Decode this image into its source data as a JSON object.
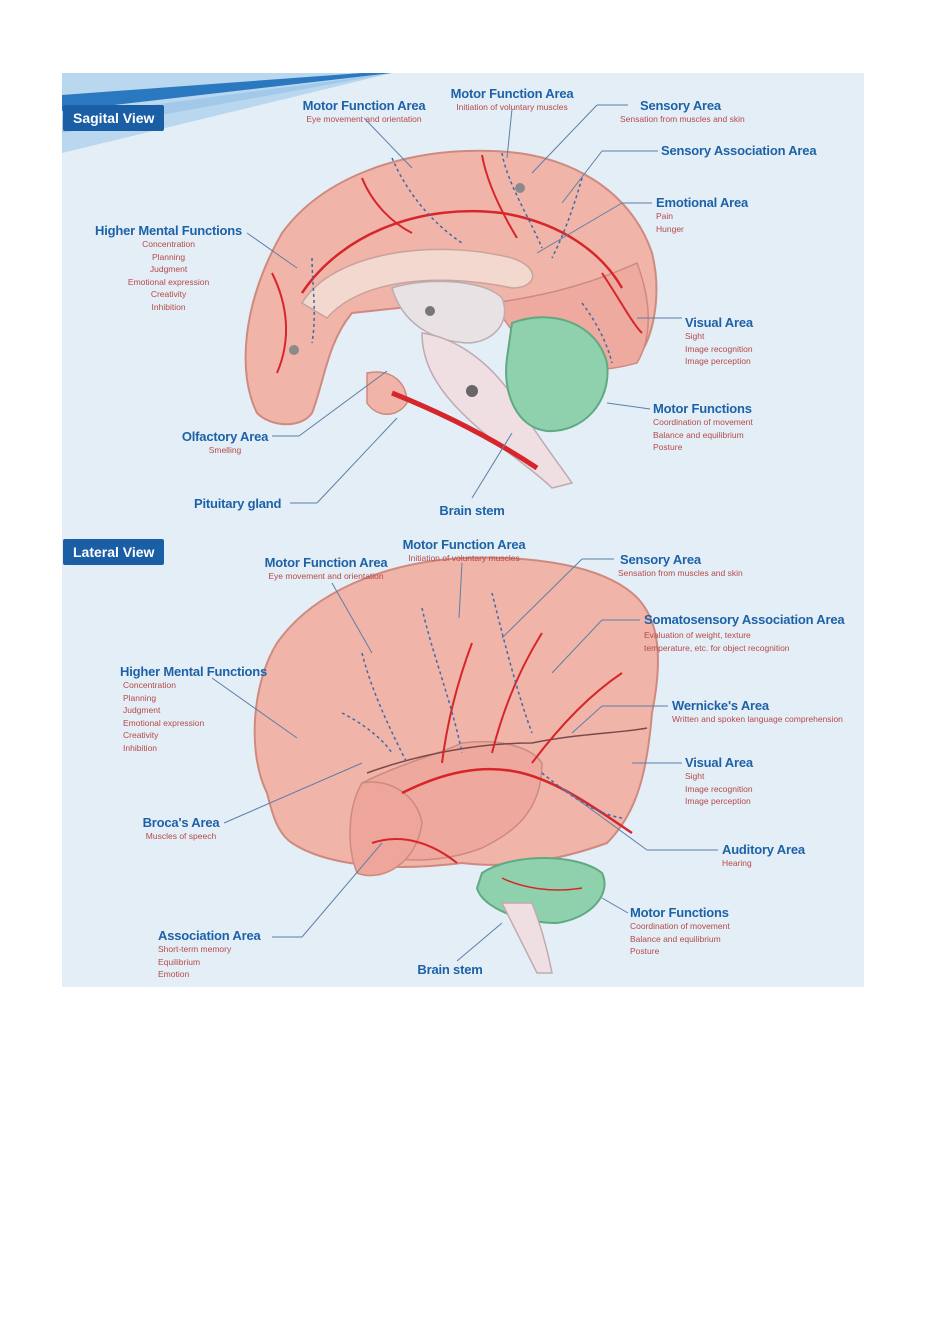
{
  "sagittal": {
    "view_label": "Sagital View",
    "labels": {
      "motor_eye": {
        "title": "Motor Function Area",
        "sub": [
          "Eye movement and orientation"
        ]
      },
      "motor_voluntary": {
        "title": "Motor Function Area",
        "sub": [
          "Initiation of voluntary muscles"
        ]
      },
      "sensory": {
        "title": "Sensory Area",
        "sub": [
          "Sensation from muscles and skin"
        ]
      },
      "sensory_assoc": {
        "title": "Sensory Association Area",
        "sub": []
      },
      "emotional": {
        "title": "Emotional Area",
        "sub": [
          "Pain",
          "Hunger"
        ]
      },
      "higher": {
        "title": "Higher Mental Functions",
        "sub": [
          "Concentration",
          "Planning",
          "Judgment",
          "Emotional expression",
          "Creativity",
          "Inhibition"
        ]
      },
      "visual": {
        "title": "Visual Area",
        "sub": [
          "Sight",
          "Image recognition",
          "Image perception"
        ]
      },
      "motor_functions": {
        "title": "Motor Functions",
        "sub": [
          "Coordination of movement",
          "Balance and equilibrium",
          "Posture"
        ]
      },
      "olfactory": {
        "title": "Olfactory Area",
        "sub": [
          "Smelling"
        ]
      },
      "pituitary": {
        "title": "Pituitary gland",
        "sub": []
      },
      "brainstem": {
        "title": "Brain stem",
        "sub": []
      }
    }
  },
  "lateral": {
    "view_label": "Lateral View",
    "labels": {
      "motor_voluntary": {
        "title": "Motor Function Area",
        "sub": [
          "Initiation of voluntary muscles"
        ]
      },
      "motor_eye": {
        "title": "Motor Function Area",
        "sub": [
          "Eye movement and orientation"
        ]
      },
      "sensory": {
        "title": "Sensory Area",
        "sub": [
          "Sensation from muscles and skin"
        ]
      },
      "somato": {
        "title": "Somatosensory Association Area",
        "sub": [
          "Evaluation of weight, texture",
          "temperature, etc. for object recognition"
        ]
      },
      "higher": {
        "title": "Higher Mental Functions",
        "sub": [
          "Concentration",
          "Planning",
          "Judgment",
          "Emotional expression",
          "Creativity",
          "Inhibition"
        ]
      },
      "wernicke": {
        "title": "Wernicke's Area",
        "sub": [
          "Written and spoken language comprehension"
        ]
      },
      "visual": {
        "title": "Visual Area",
        "sub": [
          "Sight",
          "Image recognition",
          "Image perception"
        ]
      },
      "broca": {
        "title": "Broca's Area",
        "sub": [
          "Muscles of speech"
        ]
      },
      "auditory": {
        "title": "Auditory Area",
        "sub": [
          "Hearing"
        ]
      },
      "motor_functions": {
        "title": "Motor Functions",
        "sub": [
          "Coordination of movement",
          "Balance and equilibrium",
          "Posture"
        ]
      },
      "association": {
        "title": "Association Area",
        "sub": [
          "Short-term memory",
          "Equilibrium",
          "Emotion"
        ]
      },
      "brainstem": {
        "title": "Brain stem",
        "sub": []
      }
    }
  },
  "colors": {
    "panel": "#e4eef6",
    "brain": "#f0b4a8",
    "vessel": "#d7262b",
    "cerebellum": "#8fd1ad",
    "label": "#1d62a8",
    "sublabel": "#b54a4a",
    "badge": "#1a5ea6"
  }
}
